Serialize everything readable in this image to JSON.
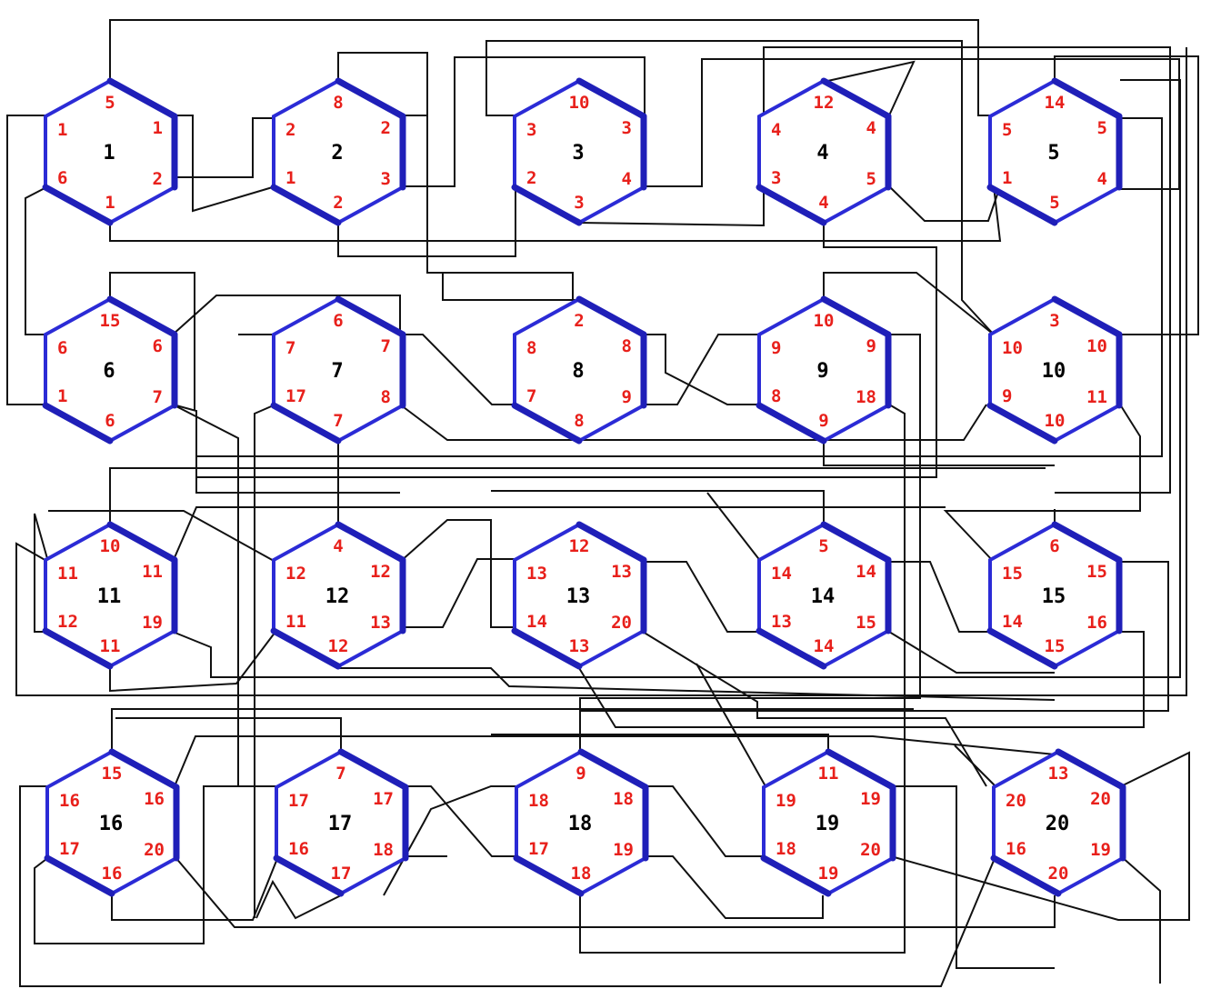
{
  "diagram": {
    "colors": {
      "hexagon": "#2b2bd6",
      "port_number": "#e8201b",
      "wire": "#111111",
      "hex_id": "#000000"
    },
    "hexagons": [
      {
        "id": "1",
        "top": "5",
        "upper_right": "1",
        "lower_right": "2",
        "bottom": "1",
        "lower_left": "6",
        "upper_left": "1"
      },
      {
        "id": "2",
        "top": "8",
        "upper_right": "2",
        "lower_right": "3",
        "bottom": "2",
        "lower_left": "1",
        "upper_left": "2"
      },
      {
        "id": "3",
        "top": "10",
        "upper_right": "3",
        "lower_right": "4",
        "bottom": "3",
        "lower_left": "2",
        "upper_left": "3"
      },
      {
        "id": "4",
        "top": "12",
        "upper_right": "4",
        "lower_right": "5",
        "bottom": "4",
        "lower_left": "3",
        "upper_left": "4"
      },
      {
        "id": "5",
        "top": "14",
        "upper_right": "5",
        "lower_right": "4",
        "bottom": "5",
        "lower_left": "1",
        "upper_left": "5"
      },
      {
        "id": "6",
        "top": "15",
        "upper_right": "6",
        "lower_right": "7",
        "bottom": "6",
        "lower_left": "1",
        "upper_left": "6"
      },
      {
        "id": "7",
        "top": "6",
        "upper_right": "7",
        "lower_right": "8",
        "bottom": "7",
        "lower_left": "17",
        "upper_left": "7"
      },
      {
        "id": "8",
        "top": "2",
        "upper_right": "8",
        "lower_right": "9",
        "bottom": "8",
        "lower_left": "7",
        "upper_left": "8"
      },
      {
        "id": "9",
        "top": "10",
        "upper_right": "9",
        "lower_right": "18",
        "bottom": "9",
        "lower_left": "8",
        "upper_left": "9"
      },
      {
        "id": "10",
        "top": "3",
        "upper_right": "10",
        "lower_right": "11",
        "bottom": "10",
        "lower_left": "9",
        "upper_left": "10"
      },
      {
        "id": "11",
        "top": "10",
        "upper_right": "11",
        "lower_right": "19",
        "bottom": "11",
        "lower_left": "12",
        "upper_left": "11"
      },
      {
        "id": "12",
        "top": "4",
        "upper_right": "12",
        "lower_right": "13",
        "bottom": "12",
        "lower_left": "11",
        "upper_left": "12"
      },
      {
        "id": "13",
        "top": "12",
        "upper_right": "13",
        "lower_right": "20",
        "bottom": "13",
        "lower_left": "14",
        "upper_left": "13"
      },
      {
        "id": "14",
        "top": "5",
        "upper_right": "14",
        "lower_right": "15",
        "bottom": "14",
        "lower_left": "13",
        "upper_left": "14"
      },
      {
        "id": "15",
        "top": "6",
        "upper_right": "15",
        "lower_right": "16",
        "bottom": "15",
        "lower_left": "14",
        "upper_left": "15"
      },
      {
        "id": "16",
        "top": "15",
        "upper_right": "16",
        "lower_right": "20",
        "bottom": "16",
        "lower_left": "17",
        "upper_left": "16"
      },
      {
        "id": "17",
        "top": "7",
        "upper_right": "17",
        "lower_right": "18",
        "bottom": "17",
        "lower_left": "16",
        "upper_left": "17"
      },
      {
        "id": "18",
        "top": "9",
        "upper_right": "18",
        "lower_right": "19",
        "bottom": "18",
        "lower_left": "17",
        "upper_left": "18"
      },
      {
        "id": "19",
        "top": "11",
        "upper_right": "19",
        "lower_right": "20",
        "bottom": "19",
        "lower_left": "18",
        "upper_left": "19"
      },
      {
        "id": "20",
        "top": "13",
        "upper_right": "20",
        "lower_right": "19",
        "bottom": "20",
        "lower_left": "16",
        "upper_left": "20"
      }
    ]
  }
}
